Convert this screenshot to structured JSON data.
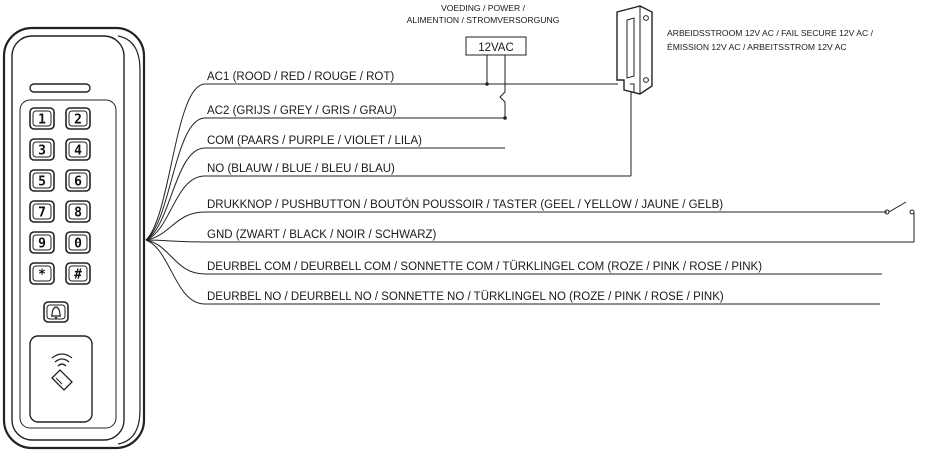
{
  "power": {
    "caption_line1": "VOEDING / POWER /",
    "caption_line2": "ALIMENTION / STROMVERSORGUNG",
    "voltage": "12VAC"
  },
  "lock": {
    "caption_line1": "ARBEIDSSTROOM 12V AC / FAIL SECURE 12V AC /",
    "caption_line2": "ÉMISSION 12V AC / ARBEITSSTROM 12V AC"
  },
  "wires": [
    "AC1 (ROOD / RED / ROUGE / ROT)",
    "AC2 (GRIJS / GREY / GRIS / GRAU)",
    "COM (PAARS / PURPLE / VIOLET / LILA)",
    "NO (BLAUW / BLUE / BLEU / BLAU)",
    "DRUKKNOP / PUSHBUTTON / BOUTÓN POUSSOIR / TASTER (GEEL / YELLOW / JAUNE / GELB)",
    "GND (ZWART / BLACK / NOIR / SCHWARZ)",
    "DEURBEL COM / DEURBELL COM / SONNETTE COM / TÜRKLINGEL COM (ROZE / PINK / ROSE / PINK)",
    "DEURBEL NO / DEURBELL NO / SONNETTE NO / TÜRKLINGEL NO (ROZE / PINK / ROSE / PINK)"
  ],
  "keypad": {
    "keys": [
      "1",
      "2",
      "3",
      "4",
      "5",
      "6",
      "7",
      "8",
      "9",
      "0",
      "*",
      "#"
    ],
    "bell_icon": "bell-icon",
    "rfid_icon": "rfid-card-icon"
  }
}
